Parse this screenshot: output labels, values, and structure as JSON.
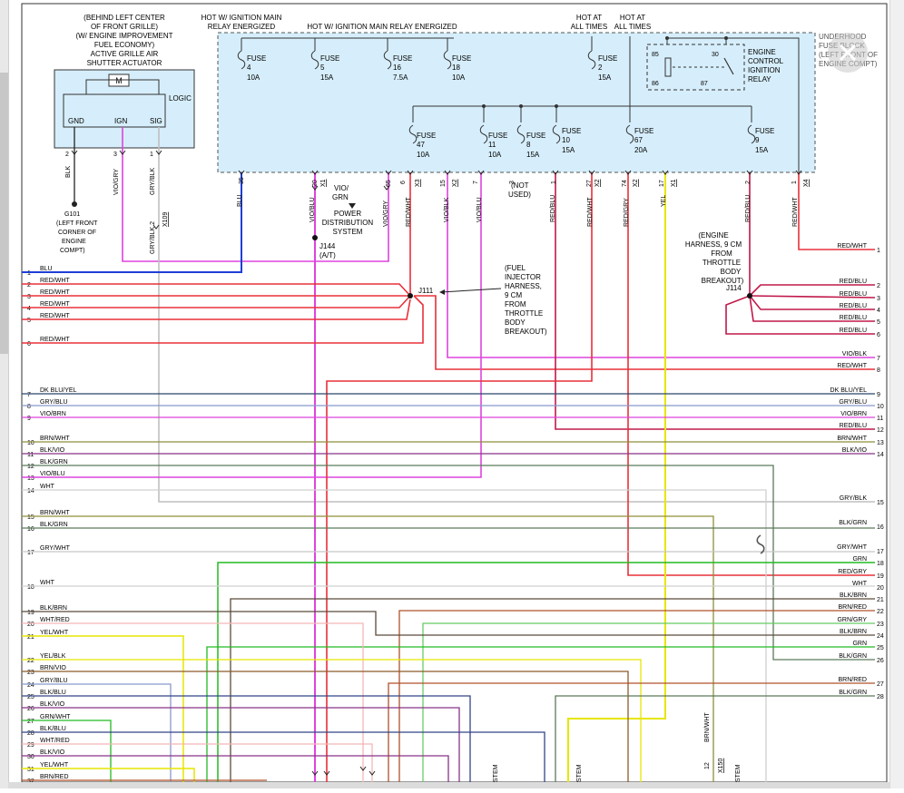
{
  "left_module": {
    "note": [
      "(BEHIND LEFT CENTER",
      "OF FRONT GRILLE)",
      "(W/ ENGINE IMPROVEMENT",
      "FUEL ECONOMY)",
      "ACTIVE GRILLE AIR",
      "SHUTTER ACTUATOR"
    ],
    "motor": "M",
    "logic": "LOGIC",
    "pins": [
      "GND",
      "IGN",
      "SIG"
    ],
    "pin_nums": [
      "2",
      "3",
      "1"
    ],
    "wires": [
      "BLK",
      "VIO/GRY",
      "GRY/BLK"
    ],
    "ground": [
      "G101",
      "(LEFT FRONT",
      "CORNER OF",
      "ENGINE",
      "COMPT)"
    ],
    "gry_blk_pin": "GRY/BLK 2",
    "connector": "X109"
  },
  "fuse_box": {
    "top_labels": [
      "HOT W/ IGNITION MAIN",
      "RELAY ENERGIZED",
      "HOT W/ IGNITION MAIN RELAY ENERGIZED",
      "HOT AT",
      "ALL TIMES",
      "HOT AT",
      "ALL TIMES"
    ],
    "underhood": [
      "UNDERHOOD",
      "FUSE BLOCK",
      "(LEFT FRONT OF",
      "ENGINE COMPT)"
    ],
    "fuse_word": "FUSE",
    "fuses_top": [
      {
        "num": "4",
        "amp": "10A"
      },
      {
        "num": "5",
        "amp": "15A"
      },
      {
        "num": "16",
        "amp": "7.5A"
      },
      {
        "num": "18",
        "amp": "10A"
      },
      {
        "num": "2",
        "amp": "15A"
      }
    ],
    "fuses_low": [
      {
        "num": "47",
        "amp": "10A"
      },
      {
        "num": "11",
        "amp": "10A"
      },
      {
        "num": "8",
        "amp": "15A"
      },
      {
        "num": "10",
        "amp": "15A"
      },
      {
        "num": "67",
        "amp": "20A"
      },
      {
        "num": "9",
        "amp": "15A"
      }
    ],
    "relay": [
      "ENGINE",
      "CONTROL",
      "IGNITION",
      "RELAY"
    ],
    "relay_pins": [
      "85",
      "86",
      "30",
      "87"
    ]
  },
  "pins_out": {
    "nums": [
      "35",
      "20",
      "6",
      "65",
      "1",
      "15",
      "7",
      "3",
      "1",
      "27",
      "74",
      "17",
      "2",
      "1"
    ],
    "conns": [
      "X3",
      "X1",
      "X1",
      "X2",
      "X2",
      "X2",
      "X4"
    ],
    "wires": [
      "BLU",
      "VIO/BLU",
      "VIO/GRY",
      "RED/WHT",
      "VIO/BLK",
      "VIO/BLU",
      "RED/BLU",
      "RED/WHT",
      "RED/GRY",
      "YEL",
      "RED/BLU",
      "RED/WHT"
    ]
  },
  "labels": {
    "vio_grn": [
      "VIO/",
      "GRN"
    ],
    "pds": [
      "POWER",
      "DISTRIBUTION",
      "SYSTEM"
    ],
    "not_used": [
      "(NOT",
      "USED)"
    ],
    "j144": [
      "J144",
      "(A/T)"
    ],
    "j111": "J111",
    "j111_note": [
      "(FUEL",
      "INJECTOR",
      "HARNESS,",
      "9 CM",
      "FROM",
      "THROTTLE",
      "BODY",
      "BREAKOUT)"
    ],
    "j114": "J114",
    "j114_note": [
      "(ENGINE",
      "HARNESS, 9 CM",
      "FROM",
      "THROTTLE",
      "BODY",
      "BREAKOUT)"
    ],
    "bottom_conn": [
      "12",
      "X150"
    ],
    "brn_wht": "BRN/WHT",
    "stem": "STEM"
  },
  "left_rows": [
    {
      "n": "1",
      "w": "BLU"
    },
    {
      "n": "2",
      "w": "RED/WHT"
    },
    {
      "n": "3",
      "w": "RED/WHT"
    },
    {
      "n": "4",
      "w": "RED/WHT"
    },
    {
      "n": "5",
      "w": "RED/WHT"
    },
    {
      "n": "6",
      "w": "RED/WHT"
    },
    {
      "n": "7",
      "w": "DK BLU/YEL"
    },
    {
      "n": "8",
      "w": "GRY/BLU"
    },
    {
      "n": "9",
      "w": "VIO/BRN"
    },
    {
      "n": "10",
      "w": "BRN/WHT"
    },
    {
      "n": "11",
      "w": "BLK/VIO"
    },
    {
      "n": "12",
      "w": "BLK/GRN"
    },
    {
      "n": "13",
      "w": "VIO/BLU"
    },
    {
      "n": "14",
      "w": "WHT"
    },
    {
      "n": "15",
      "w": "BRN/WHT"
    },
    {
      "n": "16",
      "w": "BLK/GRN"
    },
    {
      "n": "17",
      "w": "GRY/WHT"
    },
    {
      "n": "18",
      "w": "WHT"
    },
    {
      "n": "19",
      "w": "BLK/BRN"
    },
    {
      "n": "20",
      "w": "WHT/RED"
    },
    {
      "n": "21",
      "w": "YEL/WHT"
    },
    {
      "n": "22",
      "w": "YEL/BLK"
    },
    {
      "n": "23",
      "w": "BRN/VIO"
    },
    {
      "n": "24",
      "w": "GRY/BLU"
    },
    {
      "n": "25",
      "w": "BLK/BLU"
    },
    {
      "n": "26",
      "w": "BLK/VIO"
    },
    {
      "n": "27",
      "w": "GRN/WHT"
    },
    {
      "n": "28",
      "w": "BLK/BLU"
    },
    {
      "n": "29",
      "w": "WHT/RED"
    },
    {
      "n": "30",
      "w": "BLK/VIO"
    },
    {
      "n": "31",
      "w": "YEL/WHT"
    },
    {
      "n": "32",
      "w": "BRN/RED"
    }
  ],
  "right_rows": [
    {
      "n": "1",
      "w": "RED/WHT"
    },
    {
      "n": "2",
      "w": "RED/BLU"
    },
    {
      "n": "3",
      "w": "RED/BLU"
    },
    {
      "n": "4",
      "w": "RED/BLU"
    },
    {
      "n": "5",
      "w": "RED/BLU"
    },
    {
      "n": "6",
      "w": "RED/BLU"
    },
    {
      "n": "7",
      "w": "VIO/BLK"
    },
    {
      "n": "8",
      "w": "RED/WHT"
    },
    {
      "n": "9",
      "w": "DK BLU/YEL"
    },
    {
      "n": "10",
      "w": "GRY/BLU"
    },
    {
      "n": "11",
      "w": "VIO/BRN"
    },
    {
      "n": "12",
      "w": "RED/BLU"
    },
    {
      "n": "13",
      "w": "BRN/WHT"
    },
    {
      "n": "14",
      "w": "BLK/VIO"
    },
    {
      "n": "15",
      "w": "GRY/BLK"
    },
    {
      "n": "16",
      "w": "BLK/GRN"
    },
    {
      "n": "17",
      "w": "GRY/WHT"
    },
    {
      "n": "18",
      "w": "GRN"
    },
    {
      "n": "19",
      "w": "RED/GRY"
    },
    {
      "n": "20",
      "w": "WHT"
    },
    {
      "n": "21",
      "w": "BLK/BRN"
    },
    {
      "n": "22",
      "w": "BRN/RED"
    },
    {
      "n": "23",
      "w": "GRN/GRY"
    },
    {
      "n": "24",
      "w": "BLK/BRN"
    },
    {
      "n": "25",
      "w": "GRN"
    },
    {
      "n": "26",
      "w": "BLK/GRN"
    },
    {
      "n": "27",
      "w": "BRN/RED"
    },
    {
      "n": "28",
      "w": "BLK/GRN"
    }
  ],
  "colors": {
    "blu": "#1f3fd6",
    "red": "#e8303a",
    "vio": "#dd44dd",
    "yel": "#e6e600",
    "brn": "#8b5a2b",
    "blk": "#222222",
    "gry": "#bfbfbf",
    "grn": "#22bb22",
    "pink": "#f4b6b6",
    "olive": "#8f8f3a",
    "dkblu": "#27466b",
    "darkgrn": "#5a7a5a",
    "fusebox": "#d6eefb",
    "redblu": "#c0184a"
  }
}
